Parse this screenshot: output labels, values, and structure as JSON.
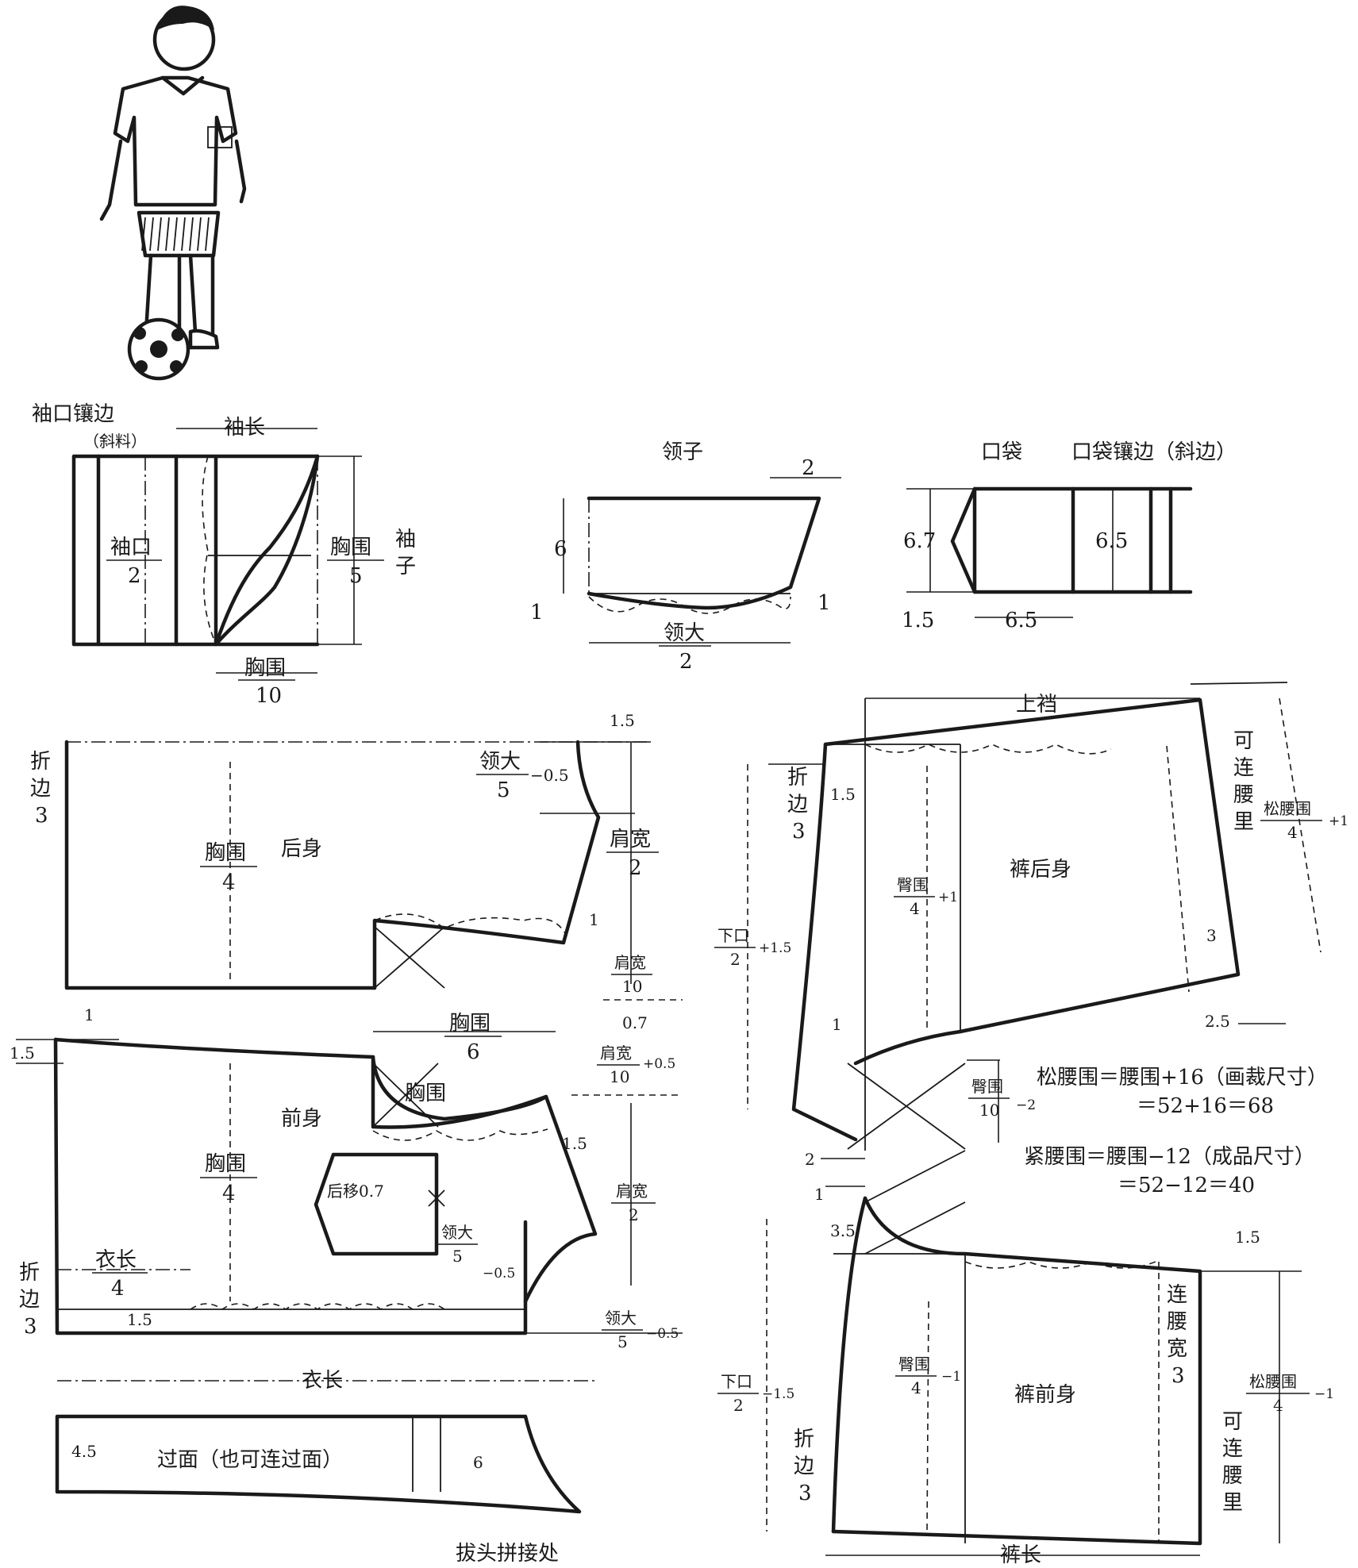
{
  "sleeve": {
    "cuff_binding": "袖口镶边",
    "cuff_binding_note": "（斜料）",
    "sleeve_length": "袖长",
    "cuff_num": "袖口",
    "cuff_den": "2",
    "chest5_num": "胸围",
    "chest5_den": "5",
    "chest10_num": "胸围",
    "chest10_den": "10",
    "title_1": "袖",
    "title_2": "子"
  },
  "collar": {
    "title": "领子",
    "w2": "2",
    "h6": "6",
    "left1": "1",
    "right1": "1",
    "neck_num": "领大",
    "neck_den": "2"
  },
  "pocket": {
    "title": "口袋",
    "binding_title": "口袋镶边（斜边）",
    "h67": "6.7",
    "h65": "6.5",
    "v15": "1.5",
    "w65": "6.5"
  },
  "shirt": {
    "fold_top": [
      "折",
      "边",
      "3"
    ],
    "fold_bottom": [
      "折",
      "边",
      "3"
    ],
    "back_label": "后身",
    "front_label": "前身",
    "chest4a_num": "胸围",
    "chest4a_den": "4",
    "chest4b_num": "胸围",
    "chest4b_den": "4",
    "chest6_num": "胸围",
    "chest6_den": "6",
    "armhole": "胸围",
    "neck5a_num": "领大",
    "neck5a_den": "5",
    "neck5a_adj": "−0.5",
    "neck5b_num": "领大",
    "neck5b_den": "5",
    "neck5b_adj": "−0.5",
    "neck5c_num": "领大",
    "neck5c_den": "5",
    "neck5c_adj": "−0.5",
    "shoulder2a_num": "肩宽",
    "shoulder2a_den": "2",
    "shoulder2b_num": "肩宽",
    "shoulder2b_den": "2",
    "shoulder10a_num": "肩宽",
    "shoulder10a_den": "10",
    "shoulder10b_num": "肩宽",
    "shoulder10b_den": "10",
    "shoulder10b_adj": "+0.5",
    "len4_num": "衣长",
    "len4_den": "4",
    "length": "衣长",
    "pocket_shift": "后移0.7",
    "facing": "过面（也可连过面）",
    "joint": "拔头拼接处",
    "n15_top": "1.5",
    "n1_a": "1",
    "n07": "0.7",
    "n15_left": "1.5",
    "n1_left": "1",
    "n15_arm": "1.5",
    "n15_hem": "1.5",
    "n45": "4.5",
    "n6": "6"
  },
  "pants": {
    "rise": "上裆",
    "fold_a": [
      "折",
      "边",
      "3"
    ],
    "fold_b": [
      "折",
      "边",
      "3"
    ],
    "n15": "1.5",
    "lining_a": [
      "可",
      "连",
      "腰",
      "里"
    ],
    "lining_b": [
      "可",
      "连",
      "腰",
      "里"
    ],
    "loose4a_num": "松腰围",
    "loose4a_den": "4",
    "loose4a_adj": "+1",
    "loose4b_num": "松腰围",
    "loose4b_den": "4",
    "loose4b_adj": "−1",
    "back_label": "裤后身",
    "front_label": "裤前身",
    "hip4a_num": "臀围",
    "hip4a_den": "4",
    "hip4a_adj": "+1",
    "hip4b_num": "臀围",
    "hip4b_den": "4",
    "hip4b_adj": "−1",
    "hem2a_num": "下口",
    "hem2a_den": "2",
    "hem2a_adj": "+1.5",
    "hem2b_num": "下口",
    "hem2b_den": "2",
    "hem2b_adj": "−1.5",
    "hip10_num": "臀围",
    "hip10_den": "10",
    "hip10_adj": "−2",
    "n3": "3",
    "n25": "2.5",
    "n1": "1",
    "n2": "2",
    "n1b": "1",
    "n35": "3.5",
    "n15b": "1.5",
    "waistband": [
      "连",
      "腰",
      "宽",
      "3"
    ],
    "length": "裤长",
    "formula1": "松腰围＝腰围+16（画裁尺寸）",
    "formula1b": "＝52+16＝68",
    "formula2": "紧腰围＝腰围−12（成品尺寸）",
    "formula2b": "＝52−12＝40"
  }
}
